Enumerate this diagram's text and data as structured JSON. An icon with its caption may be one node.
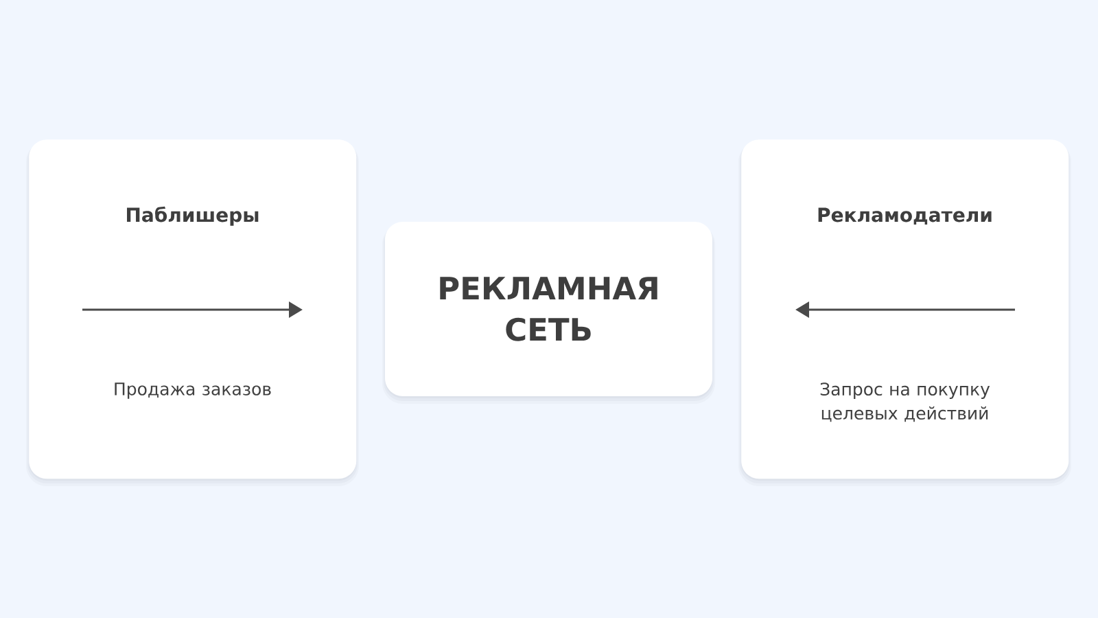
{
  "diagram": {
    "nodes": [
      {
        "text": [
          "Паблишеры",
          "Продажа заказов"
        ]
      },
      {
        "text": [
          "РЕКЛАМНАЯ СЕТЬ"
        ]
      },
      {
        "text": [
          "Рекламодатели",
          "Запрос на покупку целевых действий"
        ]
      }
    ]
  }
}
